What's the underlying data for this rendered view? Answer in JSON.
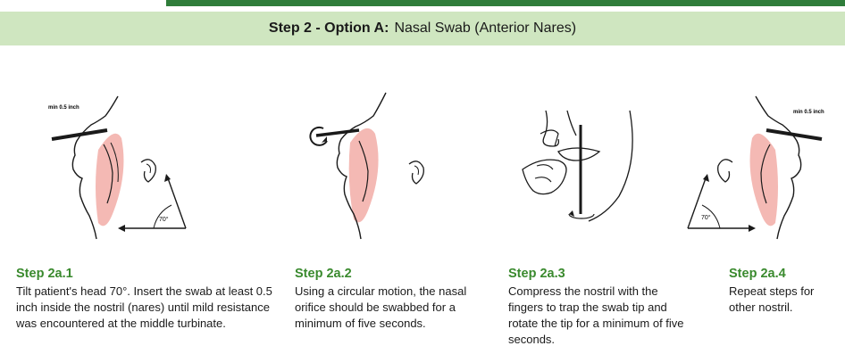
{
  "header": {
    "title_bold": "Step 2 - Option A:",
    "title_rest": "Nasal Swab (Anterior Nares)"
  },
  "illustrations": {
    "min_label": "min 0.5 inch",
    "angle_label": "70°"
  },
  "steps": [
    {
      "title": "Step 2a.1",
      "text": "Tilt patient's head 70°. Insert the swab at least 0.5 inch inside the nostril (nares) until mild resistance was encountered at the middle turbinate."
    },
    {
      "title": "Step 2a.2",
      "text": "Using a circular motion, the nasal orifice should be swabbed for a minimum of five seconds."
    },
    {
      "title": "Step 2a.3",
      "text": "Compress the nostril with the fingers to trap the swab tip and rotate the tip for a minimum of five seconds."
    },
    {
      "title": "Step 2a.4",
      "text": "Repeat steps for other nostril."
    }
  ],
  "colors": {
    "accent_green": "#2f7d3a",
    "banner_bg": "#cfe6c0",
    "step_green": "#3a8a2e",
    "tissue_pink": "#f4b9b4"
  }
}
